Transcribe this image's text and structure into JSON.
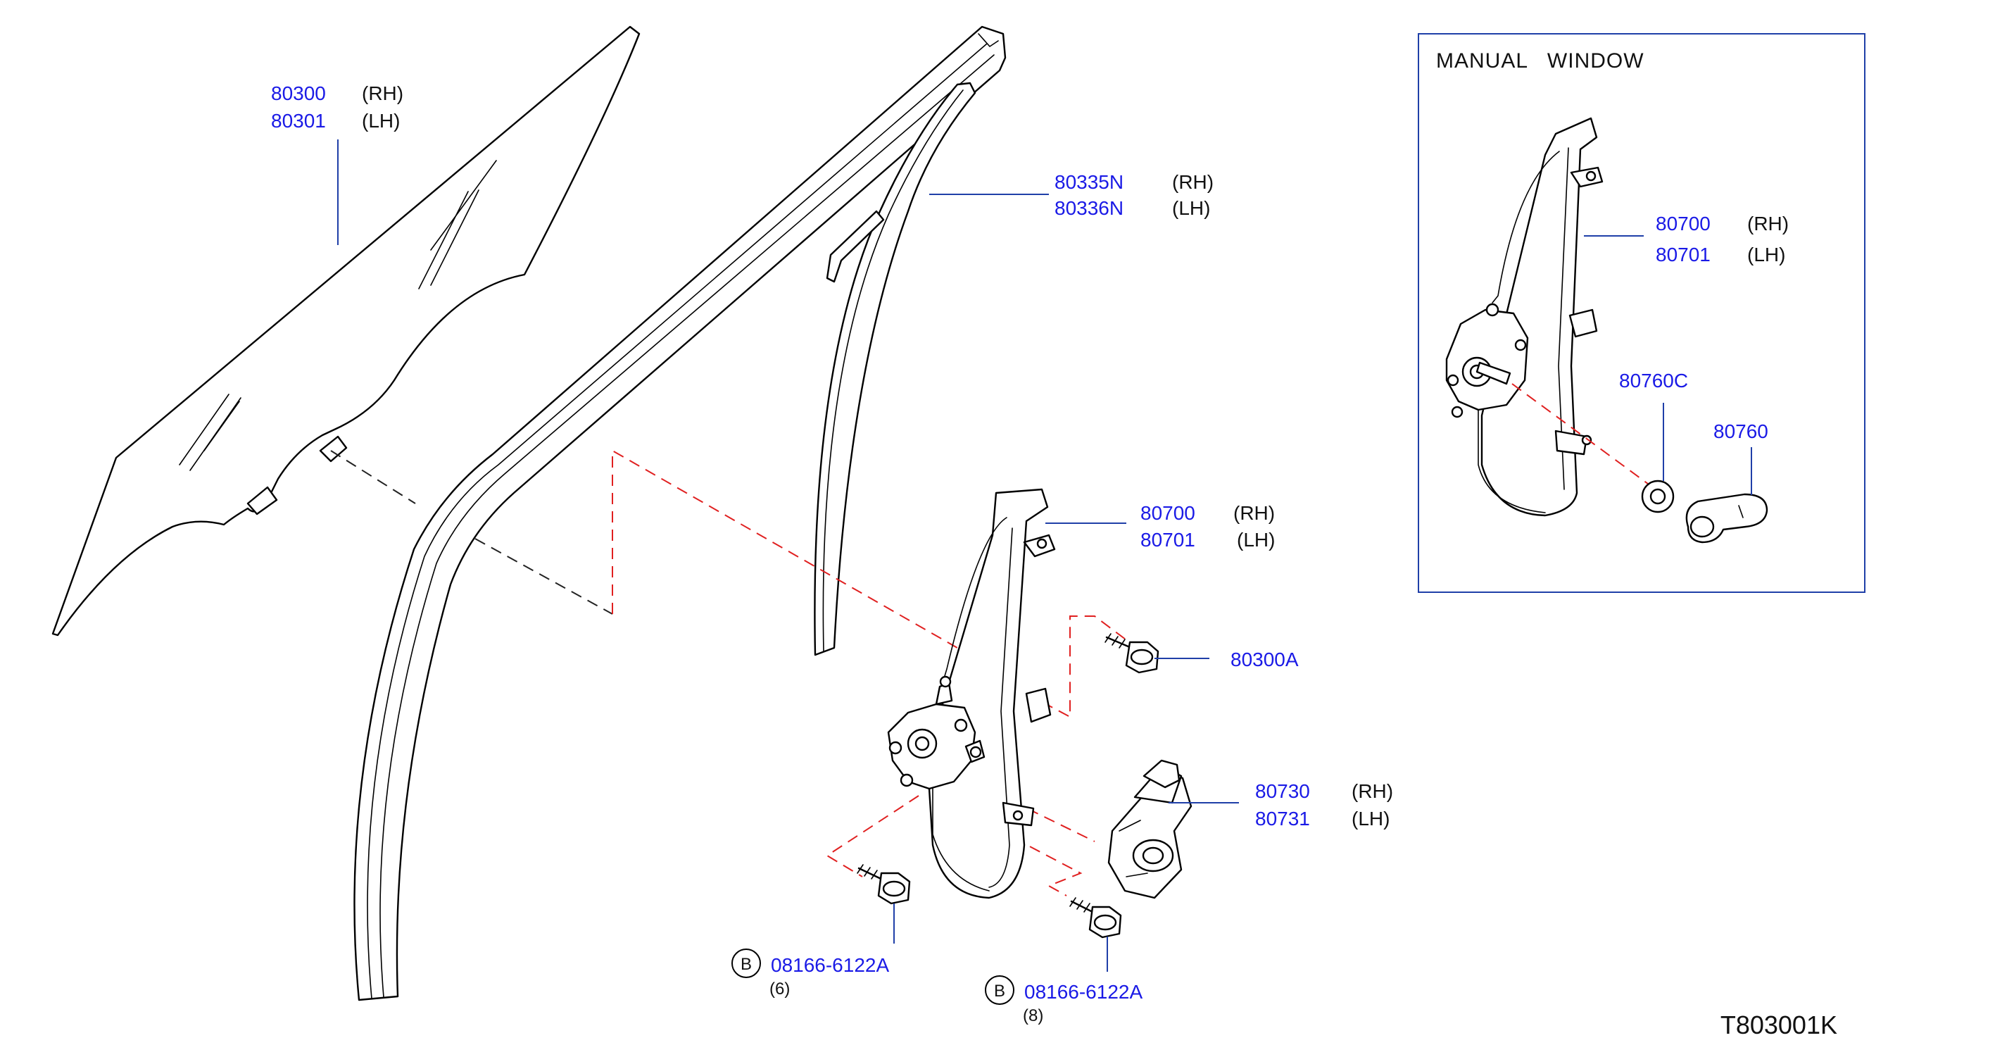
{
  "diagram": {
    "code": "T803001K",
    "inset_title": "MANUAL   WINDOW",
    "callouts": {
      "glass": {
        "pn1": "80300",
        "side1": "(RH)",
        "pn2": "80301",
        "side2": "(LH)"
      },
      "sash": {
        "pn1": "80335N",
        "side1": "(RH)",
        "pn2": "80336N",
        "side2": "(LH)"
      },
      "regulator": {
        "pn1": "80700",
        "side1": "(RH)",
        "pn2": "80701",
        "side2": "(LH)"
      },
      "glass_bolt": {
        "pn": "80300A"
      },
      "motor": {
        "pn1": "80730",
        "side1": "(RH)",
        "pn2": "80731",
        "side2": "(LH)"
      },
      "bolt_a": {
        "marker": "B",
        "pn": "08166-6122A",
        "qty": "(6)"
      },
      "bolt_b": {
        "marker": "B",
        "pn": "08166-6122A",
        "qty": "(8)"
      },
      "inset_regulator": {
        "pn1": "80700",
        "side1": "(RH)",
        "pn2": "80701",
        "side2": "(LH)"
      },
      "escutcheon": {
        "pn": "80760C"
      },
      "handle": {
        "pn": "80760"
      }
    },
    "colors": {
      "part_number": "#1a1ae6",
      "leader": "#1f3fa8",
      "reference_dash": "#e02020"
    }
  }
}
